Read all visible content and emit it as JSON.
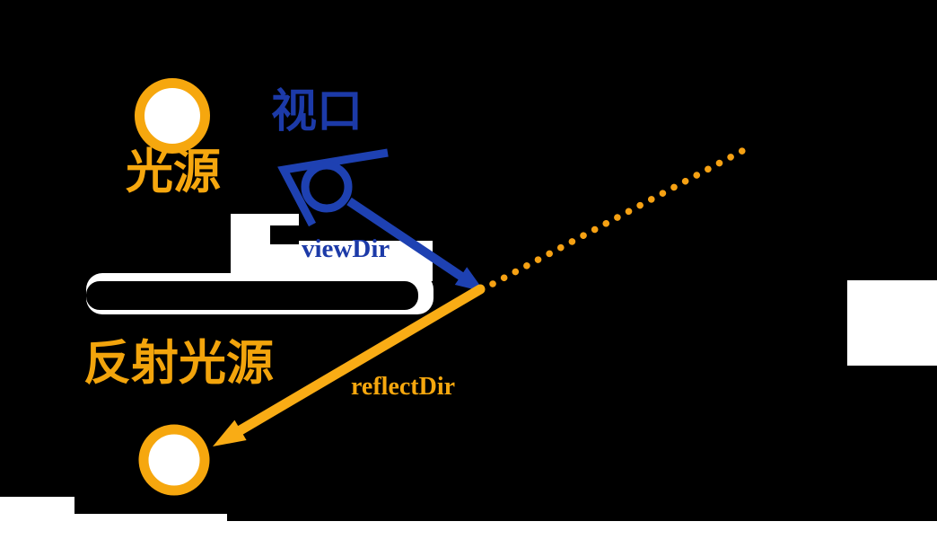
{
  "diagram": {
    "description": "Specular reflection diagram: light source, viewport eye, viewDir and reflectDir vectors over a surface",
    "background_color": "#000000",
    "labels": {
      "light_source": "光源",
      "viewport": "视口",
      "view_dir": "viewDir",
      "reflect_dir": "reflectDir",
      "reflected_light_source": "反射光源"
    },
    "colors": {
      "amber": "#F6A70E",
      "amber_arrow": "#F9AC15",
      "amber_dots": "#F6A113",
      "blue": "#1E41B2",
      "blue_text": "#1C3AA8",
      "white": "#FFFFFF",
      "black": "#000000"
    },
    "icons": {
      "light_source_icon": "sun-circle-icon",
      "viewport_icon": "eye-icon",
      "view_dir_icon": "blue-arrow",
      "reflect_dir_icon": "amber-arrow",
      "reflected_ray_icon": "amber-dotted-ray"
    }
  }
}
